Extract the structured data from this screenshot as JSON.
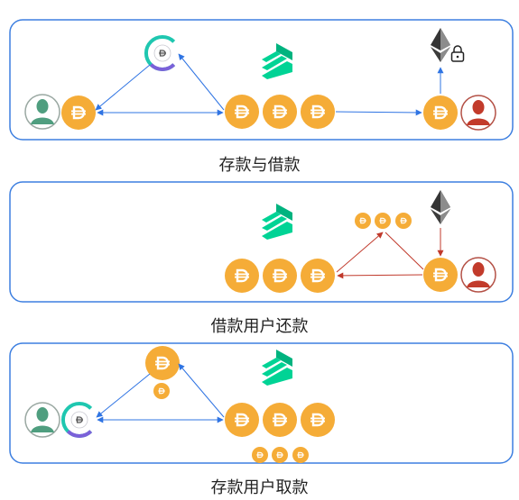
{
  "panels": [
    {
      "caption": "存款与借款"
    },
    {
      "caption": "借款用户还款"
    },
    {
      "caption": "存款用户取款"
    }
  ],
  "colors": {
    "panel_border": "#3d7fe0",
    "blue_arrow": "#2f74e3",
    "red_arrow": "#c0392b",
    "dai_coin": "#f5ac37",
    "depositor": "#4f9e7f",
    "borrower": "#c23b2b",
    "compound": "#00d395"
  },
  "icons": [
    "user-avatar-icon",
    "dai-coin-icon",
    "cdai-token-icon",
    "compound-logo-icon",
    "ether-icon",
    "lock-icon"
  ]
}
